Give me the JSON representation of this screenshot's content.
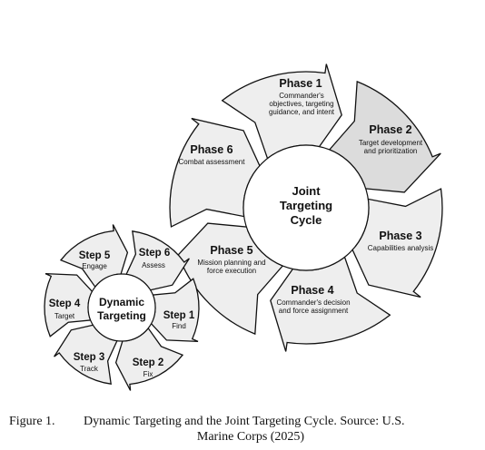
{
  "joint_cycle": {
    "hub": [
      "Joint",
      "Targeting",
      "Cycle"
    ],
    "phases": [
      {
        "title": "Phase 1",
        "desc": [
          "Commander's",
          "objectives, targeting",
          "guidance, and intent"
        ]
      },
      {
        "title": "Phase 2",
        "desc": [
          "Target development",
          "and prioritization"
        ]
      },
      {
        "title": "Phase 3",
        "desc": [
          "Capabilities analysis"
        ]
      },
      {
        "title": "Phase 4",
        "desc": [
          "Commander's decision",
          "and force assignment"
        ]
      },
      {
        "title": "Phase 5",
        "desc": [
          "Mission planning and",
          "force execution"
        ]
      },
      {
        "title": "Phase 6",
        "desc": [
          "Combat assessment"
        ]
      }
    ]
  },
  "dynamic_cycle": {
    "hub": [
      "Dynamic",
      "Targeting"
    ],
    "steps": [
      {
        "title": "Step 1",
        "desc": [
          "Find"
        ]
      },
      {
        "title": "Step 2",
        "desc": [
          "Fix"
        ]
      },
      {
        "title": "Step 3",
        "desc": [
          "Track"
        ]
      },
      {
        "title": "Step 4",
        "desc": [
          "Target"
        ]
      },
      {
        "title": "Step 5",
        "desc": [
          "Engage"
        ]
      },
      {
        "title": "Step 6",
        "desc": [
          "Assess"
        ]
      }
    ]
  },
  "caption": {
    "label": "Figure 1.",
    "text_line1": "Dynamic Targeting and the Joint Targeting Cycle. Source: U.S.",
    "text_line2": "Marine Corps (2025)"
  }
}
